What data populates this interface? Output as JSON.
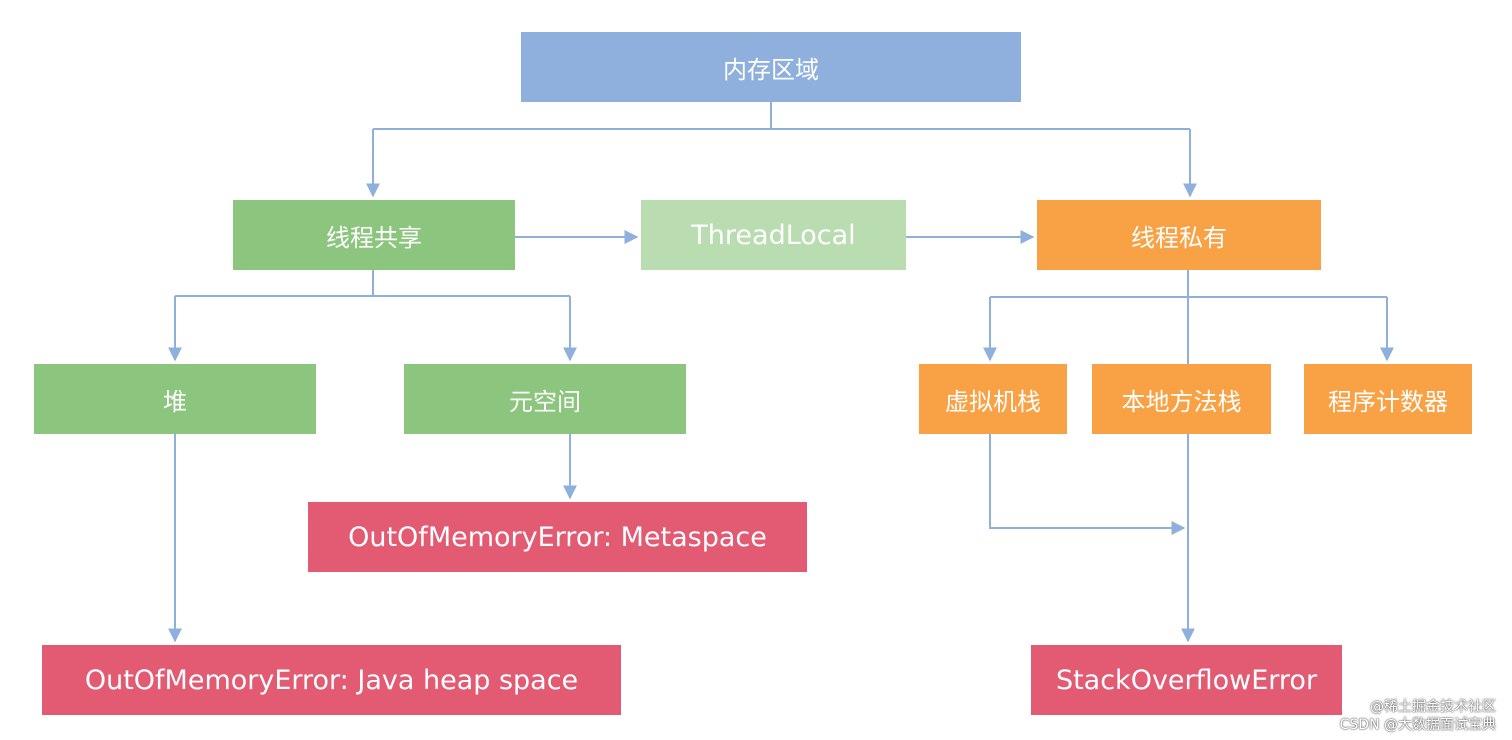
{
  "colors": {
    "root": "#8fb0dd",
    "shared": "#8cc57e",
    "threadlocal": "#b9dcb0",
    "private": "#f9a245",
    "error": "#e35b73",
    "connector": "#8fb0dd"
  },
  "nodes": {
    "root": "内存区域",
    "shared": "线程共享",
    "threadlocal": "ThreadLocal",
    "private": "线程私有",
    "heap": "堆",
    "metaspace": "元空间",
    "vm_stack": "虚拟机栈",
    "native_stack": "本地方法栈",
    "pc_register": "程序计数器",
    "oom_metaspace": "OutOfMemoryError: Metaspace",
    "oom_heap": "OutOfMemoryError: Java heap space",
    "stack_overflow": "StackOverflowError"
  },
  "watermark": {
    "line1": "@稀土掘金技术社区",
    "line2": "CSDN @大数据面试宝典"
  }
}
